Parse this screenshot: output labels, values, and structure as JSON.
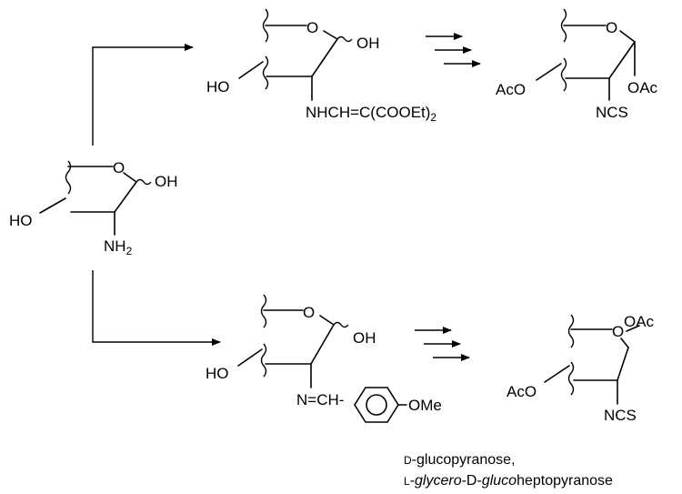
{
  "start": {
    "oh_anomeric": "OH",
    "ho": "HO",
    "nh2": "NH",
    "nh2_sub": "2"
  },
  "top_intermediate": {
    "ring_o": "O",
    "oh": "OH",
    "ho": "HO",
    "substituent": "NHCH=C(COOEt)",
    "substituent_sub": "2"
  },
  "top_product": {
    "ring_o": "O",
    "aco": "AcO",
    "oac": "OAc",
    "ncs": "NCS"
  },
  "bottom_intermediate": {
    "ring_o": "O",
    "oh": "OH",
    "ho": "HO",
    "imine": "N=CH-",
    "ome": "OMe"
  },
  "bottom_product": {
    "ring_o": "O",
    "oac": "OAc",
    "aco": "AcO",
    "ncs": "NCS"
  },
  "caption": {
    "line1_prefix": "D",
    "line1_text": "-glucopyranose,",
    "line2_prefix": "L",
    "line2_sep": "-",
    "line2_glycero": "glycero",
    "line2_d": "-D-",
    "line2_gluco": "gluco",
    "line2_rest": "heptopyranose"
  }
}
